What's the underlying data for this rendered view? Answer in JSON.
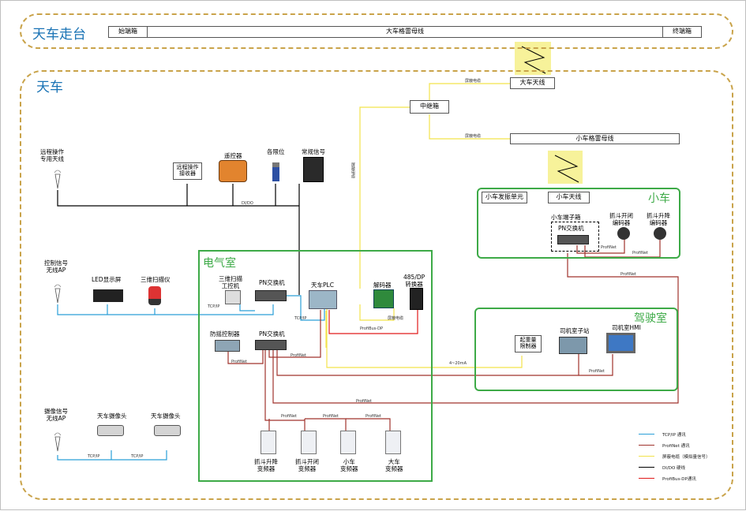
{
  "colors": {
    "tcp": "#2a9fd8",
    "profinet": "#a0332c",
    "fiber": "#f2e34b",
    "dido": "#000000",
    "profibus": "#e11a1a",
    "zone_border": "#c9a34a",
    "room_border": "#3daa47",
    "title": "#1a73b5"
  },
  "zones": {
    "walkway": "天车走台",
    "crane": "天车"
  },
  "rooms": {
    "electrical": "电气室",
    "trolley": "小车",
    "cabin": "驾驶室"
  },
  "walkway": {
    "start_box": "始端箱",
    "busbar": "大车格雷母线",
    "end_box": "终端箱"
  },
  "top": {
    "crane_antenna": "大车天线",
    "relay_box": "中继箱",
    "trolley_busbar": "小车格雷母线",
    "shield_cable_1": "屏蔽电缆",
    "shield_cable_2": "屏蔽电缆",
    "shield_cable_3": "屏蔽电缆"
  },
  "remote": {
    "antenna_label": "远程操作\n专用天线",
    "receiver": "远程操作\n接收器",
    "remote_control": "遥控器",
    "limit": "各限位",
    "signals": "常规信号",
    "bus_label": "DI/DO"
  },
  "control_ap": {
    "label": "控制信号\n无线AP",
    "led": "LED显示屏",
    "scanner": "三维扫描仪"
  },
  "electrical": {
    "pc": "三维扫描\n工控机",
    "switch1": "PN交换机",
    "plc": "天车PLC",
    "decoder": "解码器",
    "converter": "485/DP\n转换器",
    "anti_sway": "防摇控制器",
    "switch2": "PN交换机",
    "tcp_label1": "TCP/IP",
    "tcp_label2": "TCP/IP",
    "profibus_label": "ProfiBus-DP",
    "shield_label": "屏蔽电缆",
    "pn_label1": "ProfiNet",
    "pn_label2": "ProfiNet"
  },
  "trolley": {
    "oscillator": "小车发振单元",
    "antenna": "小车天线",
    "terminal": "小车端子箱",
    "switch": "PN交换机",
    "grab_open": "抓斗开闭\n编码器",
    "grab_lift": "抓斗升降\n编码器",
    "pn_label1": "ProfiNet",
    "pn_label2": "ProfiNet",
    "pn_label3": "ProfiNet"
  },
  "cabin": {
    "overweight": "起重量\n限制器",
    "station": "司机室子站",
    "hmi": "司机室HMI",
    "label_4_20": "4~20mA",
    "pn_label": "ProfiNet"
  },
  "camera": {
    "ap": "摄像信号\n无线AP",
    "cam1": "天车摄像头",
    "cam2": "天车摄像头",
    "tcp1": "TCP/IP",
    "tcp2": "TCP/IP"
  },
  "drives": {
    "d1": "抓斗升降\n变频器",
    "d2": "抓斗开闭\n变频器",
    "d3": "小车\n变频器",
    "d4": "大车\n变频器",
    "pn1": "ProfiNet",
    "pn2": "ProfiNet",
    "pn3": "ProfiNet",
    "pn_main": "ProfiNet",
    "pn_cabin": "ProfiNet"
  },
  "legend": [
    {
      "label": "TCP/IP 通讯",
      "color": "#2a9fd8"
    },
    {
      "label": "ProfiNet 通讯",
      "color": "#a0332c"
    },
    {
      "label": "屏蔽电缆（模拟量信号）",
      "color": "#f2e34b"
    },
    {
      "label": "DI/DO 硬线",
      "color": "#000000"
    },
    {
      "label": "ProfiBus-DP通讯",
      "color": "#e11a1a"
    }
  ]
}
